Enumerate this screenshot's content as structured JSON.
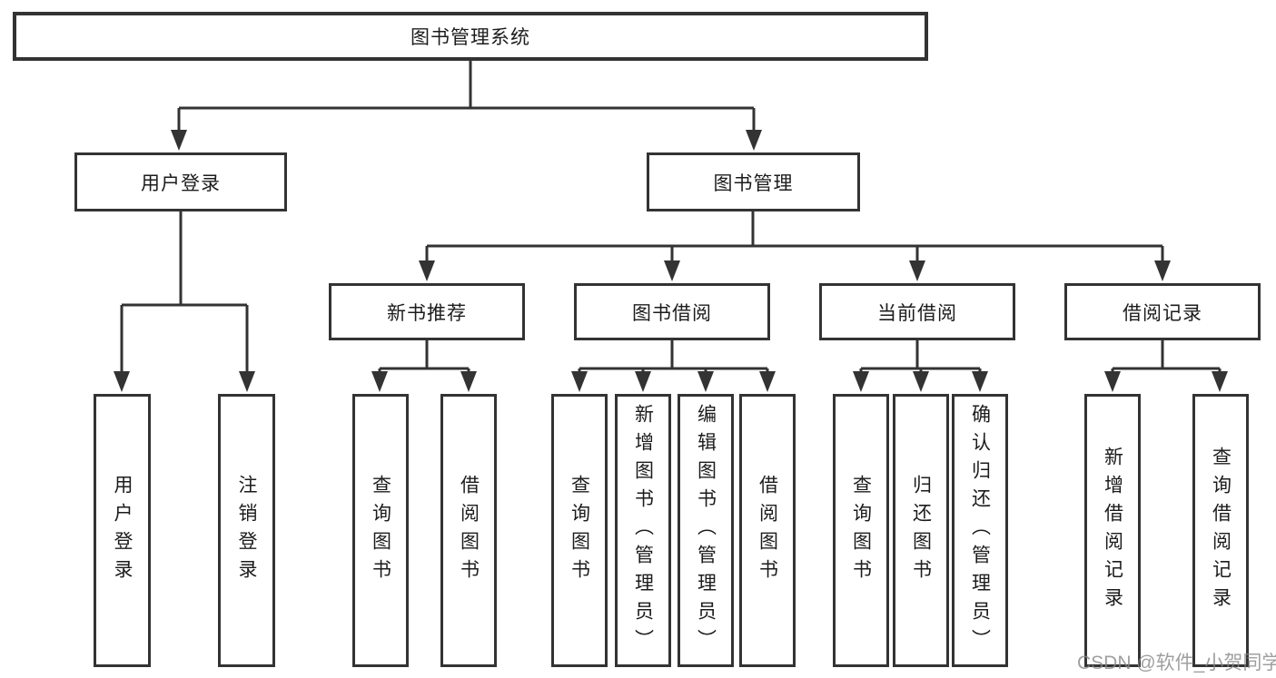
{
  "diagram": {
    "root": {
      "label": "图书管理系统"
    },
    "level2": [
      {
        "label": "用户登录"
      },
      {
        "label": "图书管理"
      }
    ],
    "level3": [
      {
        "label": "新书推荐"
      },
      {
        "label": "图书借阅"
      },
      {
        "label": "当前借阅"
      },
      {
        "label": "借阅记录"
      }
    ],
    "leaves": {
      "user_login": [
        {
          "label": "用户登录"
        },
        {
          "label": "注销登录"
        }
      ],
      "new_book_recommend": [
        {
          "label": "查询图书"
        },
        {
          "label": "借阅图书"
        }
      ],
      "book_borrowing": [
        {
          "label": "查询图书"
        },
        {
          "label": "新增图书（管理员）"
        },
        {
          "label": "编辑图书（管理员）"
        },
        {
          "label": "借阅图书"
        }
      ],
      "current_borrowing": [
        {
          "label": "查询图书"
        },
        {
          "label": "归还图书"
        },
        {
          "label": "确认归还（管理员）"
        }
      ],
      "borrow_records": [
        {
          "label": "新增借阅记录"
        },
        {
          "label": "查询借阅记录"
        }
      ]
    },
    "colors": {
      "line": "#333333",
      "text": "#1c1c1c",
      "background": "#ffffff",
      "watermark": "#878787"
    }
  },
  "watermark": {
    "text": "CSDN @软件_小贺同学"
  }
}
